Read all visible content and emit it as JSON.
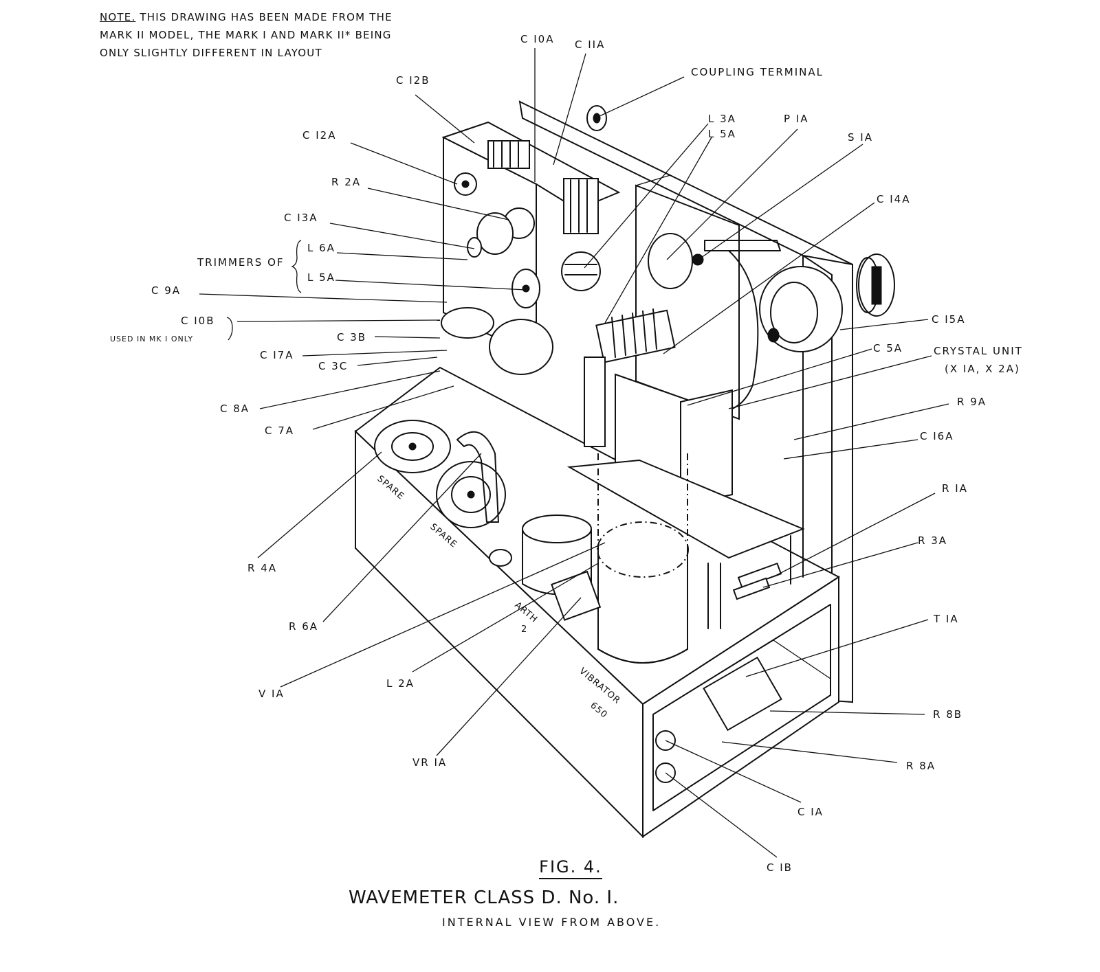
{
  "note": {
    "prefix": "NOTE.",
    "line1": " THIS DRAWING HAS BEEN MADE FROM THE",
    "line2": "MARK II MODEL, THE MARK I AND MARK II* BEING",
    "line3": "ONLY SLIGHTLY DIFFERENT IN LAYOUT"
  },
  "caption": {
    "figure": "FIG. 4.",
    "title": "WAVEMETER CLASS D. No. I.",
    "subtitle": "INTERNAL VIEW FROM ABOVE."
  },
  "trimmers_label": "TRIMMERS OF",
  "c10b_note": "USED IN MK I ONLY",
  "stencils": {
    "spare1": "SPARE",
    "spare2": "SPARE",
    "earth": "ARTH",
    "earth_num": "2",
    "vibrator": "VIBRATOR",
    "vibrator_num": "650"
  },
  "labels": {
    "c10a": "C I0A",
    "c11a": "C IIA",
    "coupling": "COUPLING TERMINAL",
    "c12b": "C I2B",
    "l3a": "L 3A",
    "l5a_top": "L 5A",
    "p1a": "P IA",
    "s1a": "S IA",
    "c12a": "C I2A",
    "r2a": "R 2A",
    "c14a": "C I4A",
    "c13a": "C I3A",
    "l6a": "L 6A",
    "l5a": "L 5A",
    "c9a": "C 9A",
    "c10b": "C I0B",
    "c15a": "C I5A",
    "c3b": "C 3B",
    "c5a": "C 5A",
    "crystal1": "CRYSTAL UNIT",
    "crystal2": "(X IA, X 2A)",
    "c17a": "C I7A",
    "c3c": "C 3C",
    "r9a": "R 9A",
    "c8a": "C 8A",
    "c16a": "C I6A",
    "c7a": "C 7A",
    "r1a": "R IA",
    "r3a": "R 3A",
    "r4a": "R 4A",
    "t1a": "T IA",
    "r6a": "R 6A",
    "v1a": "V IA",
    "l2a": "L 2A",
    "r8b": "R 8B",
    "r8a": "R 8A",
    "vr1a": "VR IA",
    "c1a": "C IA",
    "c1b": "C IB"
  }
}
